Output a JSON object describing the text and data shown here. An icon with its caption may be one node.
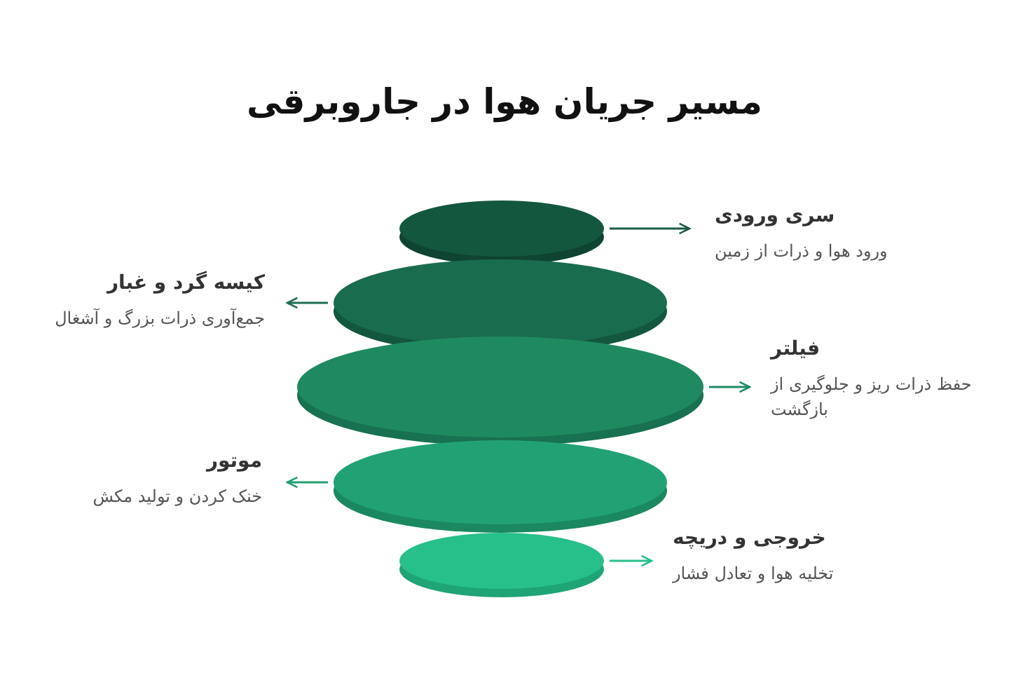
{
  "diagram": {
    "title": "مسیر جریان هوا در جاروبرقی",
    "nodes": [
      {
        "text": [],
        "shape": "ellipse"
      },
      {
        "text": [],
        "shape": "ellipse"
      },
      {
        "text": [],
        "shape": "ellipse"
      },
      {
        "text": [],
        "shape": "ellipse"
      },
      {
        "text": [],
        "shape": "ellipse"
      },
      {
        "text": [
          "سری ورودی",
          "ورود هوا و ذرات از زمین"
        ]
      },
      {
        "text": [
          "کیسه گرد و غبار",
          "جمع‌آوری ذرات بزرگ و آشغال"
        ]
      },
      {
        "text": [
          "فیلتر",
          "حفظ ذرات ریز و جلوگیری از بازگشت"
        ]
      },
      {
        "text": [
          "موتور",
          "خنک کردن و تولید مکش"
        ]
      },
      {
        "text": [
          "خروجی و دریچه",
          "تخلیه هوا و تعادل فشار"
        ]
      }
    ],
    "edges": [
      {
        "from": 0,
        "to": 5,
        "arrow": "to",
        "color": "#1a5c45"
      },
      {
        "from": 1,
        "to": 6,
        "arrow": "to",
        "color": "#1b6e4f"
      },
      {
        "from": 2,
        "to": 7,
        "arrow": "to",
        "color": "#1f8a60"
      },
      {
        "from": 3,
        "to": 8,
        "arrow": "to",
        "color": "#22a070"
      },
      {
        "from": 4,
        "to": 9,
        "arrow": "to",
        "color": "#26c08a"
      }
    ]
  }
}
